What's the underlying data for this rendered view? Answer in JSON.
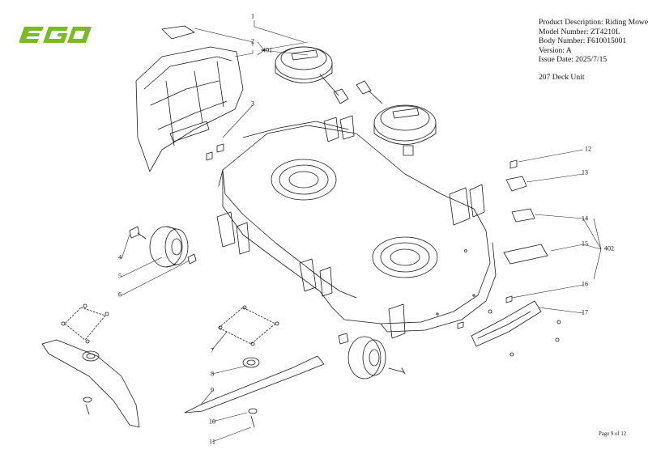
{
  "brand": {
    "logo_text": "EGO",
    "color": "#7ab928"
  },
  "info": {
    "product_description": "Product Description: Riding Mower",
    "model_number": "Model Number: ZT4210L",
    "body_number": "Body Number: F610015001",
    "version": "Version: A",
    "issue_date": "Issue Date: 2025/7/15",
    "section": "207 Deck Unit"
  },
  "callouts": {
    "c1": "1",
    "c2": "2",
    "c3": "3",
    "c4": "4",
    "c5": "5",
    "c6": "6",
    "c7": "7",
    "c8": "8",
    "c9": "9",
    "c10": "10",
    "c11": "11",
    "c12": "12",
    "c13": "13",
    "c14": "14",
    "c15": "15",
    "c16": "16",
    "c17": "17",
    "g401": "401",
    "g402": "402"
  },
  "footer": {
    "page": "Page 9 of 12"
  }
}
